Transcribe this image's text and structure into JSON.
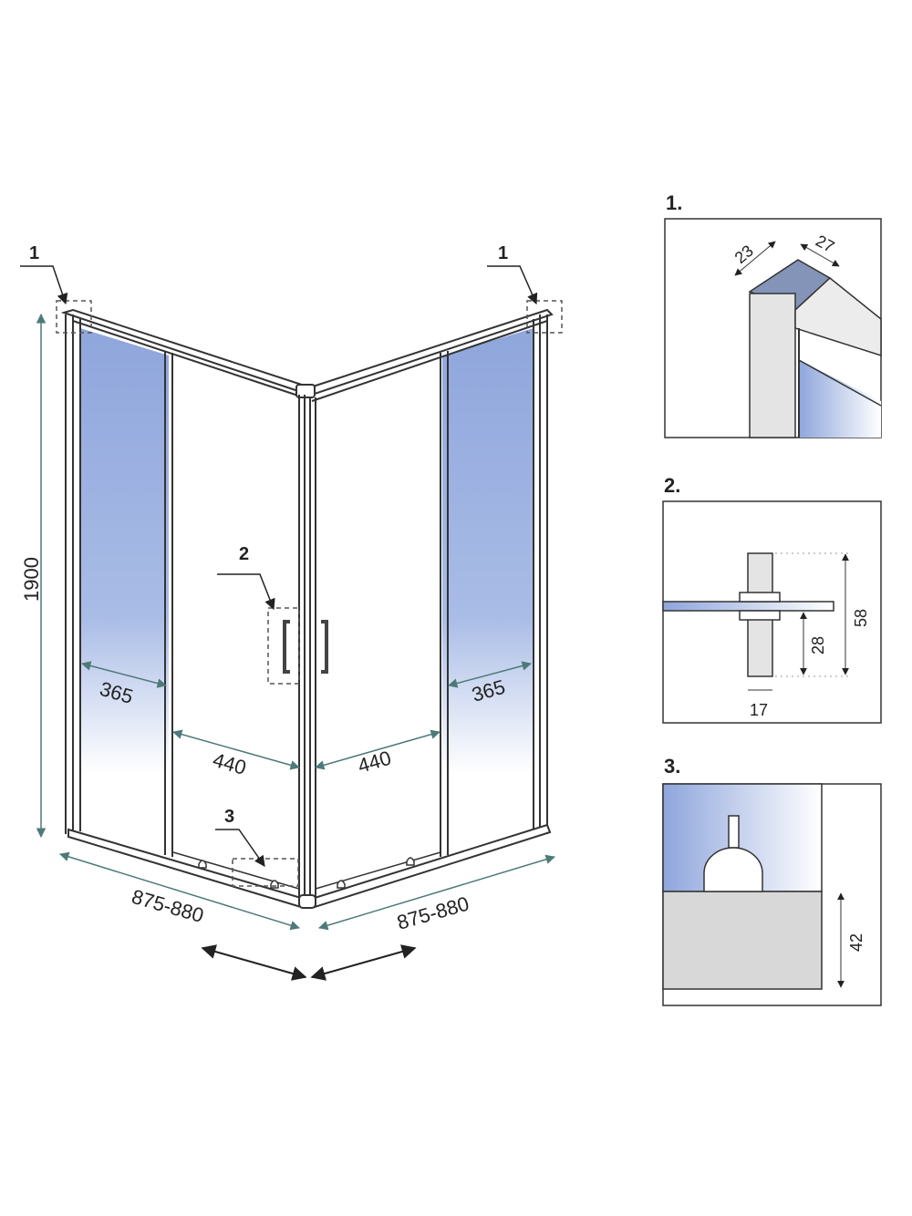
{
  "main_diagram": {
    "height_label": "1900",
    "callouts": [
      "1",
      "1",
      "2",
      "3"
    ],
    "fixed_panel_width_left": "365",
    "fixed_panel_width_right": "365",
    "door_width_left": "440",
    "door_width_right": "440",
    "overall_width_left": "875-880",
    "overall_width_right": "875-880"
  },
  "detail_panels": [
    {
      "title": "1.",
      "dims": [
        "23",
        "27"
      ]
    },
    {
      "title": "2.",
      "dims": [
        "58",
        "28",
        "17"
      ]
    },
    {
      "title": "3.",
      "dims": [
        "42"
      ]
    }
  ],
  "colors": {
    "glass_blue": "#8fa6dc",
    "dimension_line": "#4d7a78",
    "frame": "#333333",
    "profile_gray": "#d8d8d8"
  }
}
